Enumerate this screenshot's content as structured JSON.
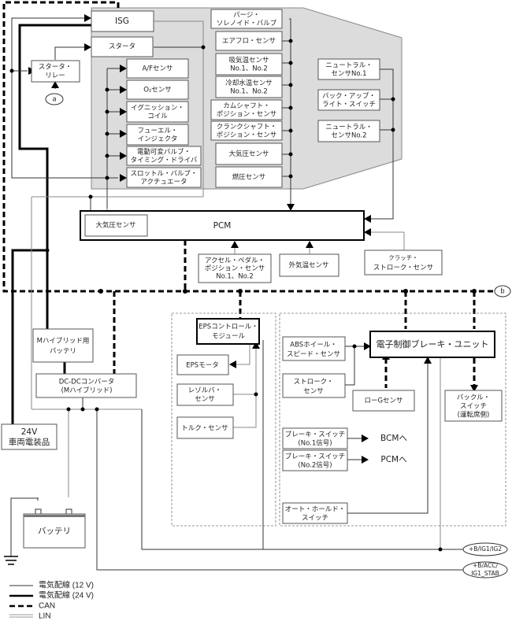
{
  "diagram": {
    "engine_group": {
      "isg": "ISG",
      "starter": "スタータ",
      "starter_relay": [
        "スタータ・",
        "リレー"
      ],
      "connector_a": "a",
      "left_column": [
        [
          "A/Fセンサ"
        ],
        [
          "O₂センサ"
        ],
        [
          "イグニッション・",
          "コイル"
        ],
        [
          "フューエル・",
          "インジェクタ"
        ],
        [
          "電動可変バルブ・",
          "タイミング・ドライバ"
        ],
        [
          "スロットル・バルブ・",
          "アクチュエータ"
        ]
      ],
      "mid_column": [
        [
          "パージ・",
          "ソレノイド・バルブ"
        ],
        [
          "エアフロ・センサ"
        ],
        [
          "吸気温センサ",
          "No.1、No.2"
        ],
        [
          "冷却水温センサ",
          "No.1、No.2"
        ],
        [
          "カムシャフト・",
          "ポジション・センサ"
        ],
        [
          "クランクシャフト・",
          "ポジション・センサ"
        ],
        [
          "大気圧センサ"
        ],
        [
          "燃圧センサ"
        ]
      ],
      "trans_column": [
        [
          "ニュートラル・",
          "センサNo.1"
        ],
        [
          "バック・アップ・",
          "ライト・スイッチ"
        ],
        [
          "ニュートラル・",
          "センサNo.2"
        ]
      ]
    },
    "pcm": {
      "label": "PCM",
      "internal_sensor": "大気圧センサ",
      "inputs": [
        [
          "アクセル・ペダル・",
          "ポジション・センサ",
          "No.1、No.2"
        ],
        [
          "外気温センサ"
        ],
        [
          "クラッチ・",
          "ストローク・センサ"
        ]
      ]
    },
    "connector_b": "b",
    "power": {
      "mhybrid_battery": [
        "Mハイブリッド用",
        "バッテリ"
      ],
      "dcdc": [
        "DC-DCコンバータ",
        "(Mハイブリッド)"
      ],
      "vehicle_24v": [
        "24V",
        "車両電装品"
      ],
      "battery": "バッテリ"
    },
    "eps": {
      "module": [
        "EPSコントロール・",
        "モジュール"
      ],
      "motor": [
        "EPSモータ"
      ],
      "resolver": [
        "レゾルバ・",
        "センサ"
      ],
      "torque": [
        "トルク・センサ"
      ]
    },
    "brake": {
      "unit": "電子制御ブレーキ・ユニット",
      "abs_sensor": [
        "ABSホイール・",
        "スピード・センサ"
      ],
      "stroke_sensor": [
        "ストローク・",
        "センサ"
      ],
      "low_g": [
        "ローGセンサ"
      ],
      "buckle": [
        "バックル・",
        "スイッチ",
        "(運転席側)"
      ],
      "brake_sw1": [
        "ブレーキ・スイッチ",
        "(No.1信号)"
      ],
      "brake_sw2": [
        "ブレーキ・スイッチ",
        "(No.2信号)"
      ],
      "to_bcm": "BCMへ",
      "to_pcm": "PCMへ",
      "auto_hold": [
        "オート・ホールド・",
        "スイッチ"
      ]
    },
    "terminals": {
      "ig": [
        "+B/IG1/IG2"
      ],
      "acc": [
        "+B/ACC/",
        "IG1_STAB"
      ]
    }
  },
  "legend": [
    {
      "style": "wire-12v",
      "label": "電気配線 (12 V)"
    },
    {
      "style": "wire-24v",
      "label": "電気配線 (24 V)"
    },
    {
      "style": "can",
      "label": "CAN"
    },
    {
      "style": "lin",
      "label": "LIN"
    }
  ],
  "colors": {
    "engine_panel": "#dcdcdc",
    "wire_12v": "#333333",
    "wire_gray": "#888888",
    "bus": "#000000"
  }
}
